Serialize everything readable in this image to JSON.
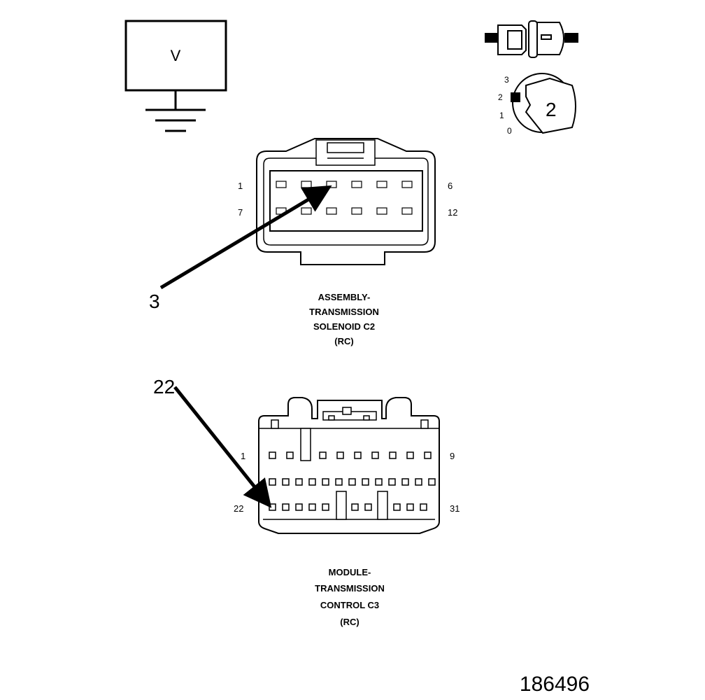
{
  "meter_symbol": {
    "label": "V"
  },
  "selector_dial": {
    "positions": [
      "3",
      "2",
      "1",
      "0"
    ],
    "selected": "2"
  },
  "connector_c2": {
    "pin_labels": {
      "top_left": "1",
      "top_right": "6",
      "bottom_left": "7",
      "bottom_right": "12"
    },
    "caption": [
      "ASSEMBLY-",
      "TRANSMISSION",
      "SOLENOID C2",
      "(RC)"
    ],
    "callout": "3"
  },
  "connector_c3": {
    "pin_labels": {
      "top_left": "1",
      "top_right": "9",
      "bottom_left": "22",
      "bottom_right": "31"
    },
    "caption": [
      "MODULE-",
      "TRANSMISSION",
      "CONTROL C3",
      "(RC)"
    ],
    "callout": "22"
  },
  "figure_number": "186496"
}
